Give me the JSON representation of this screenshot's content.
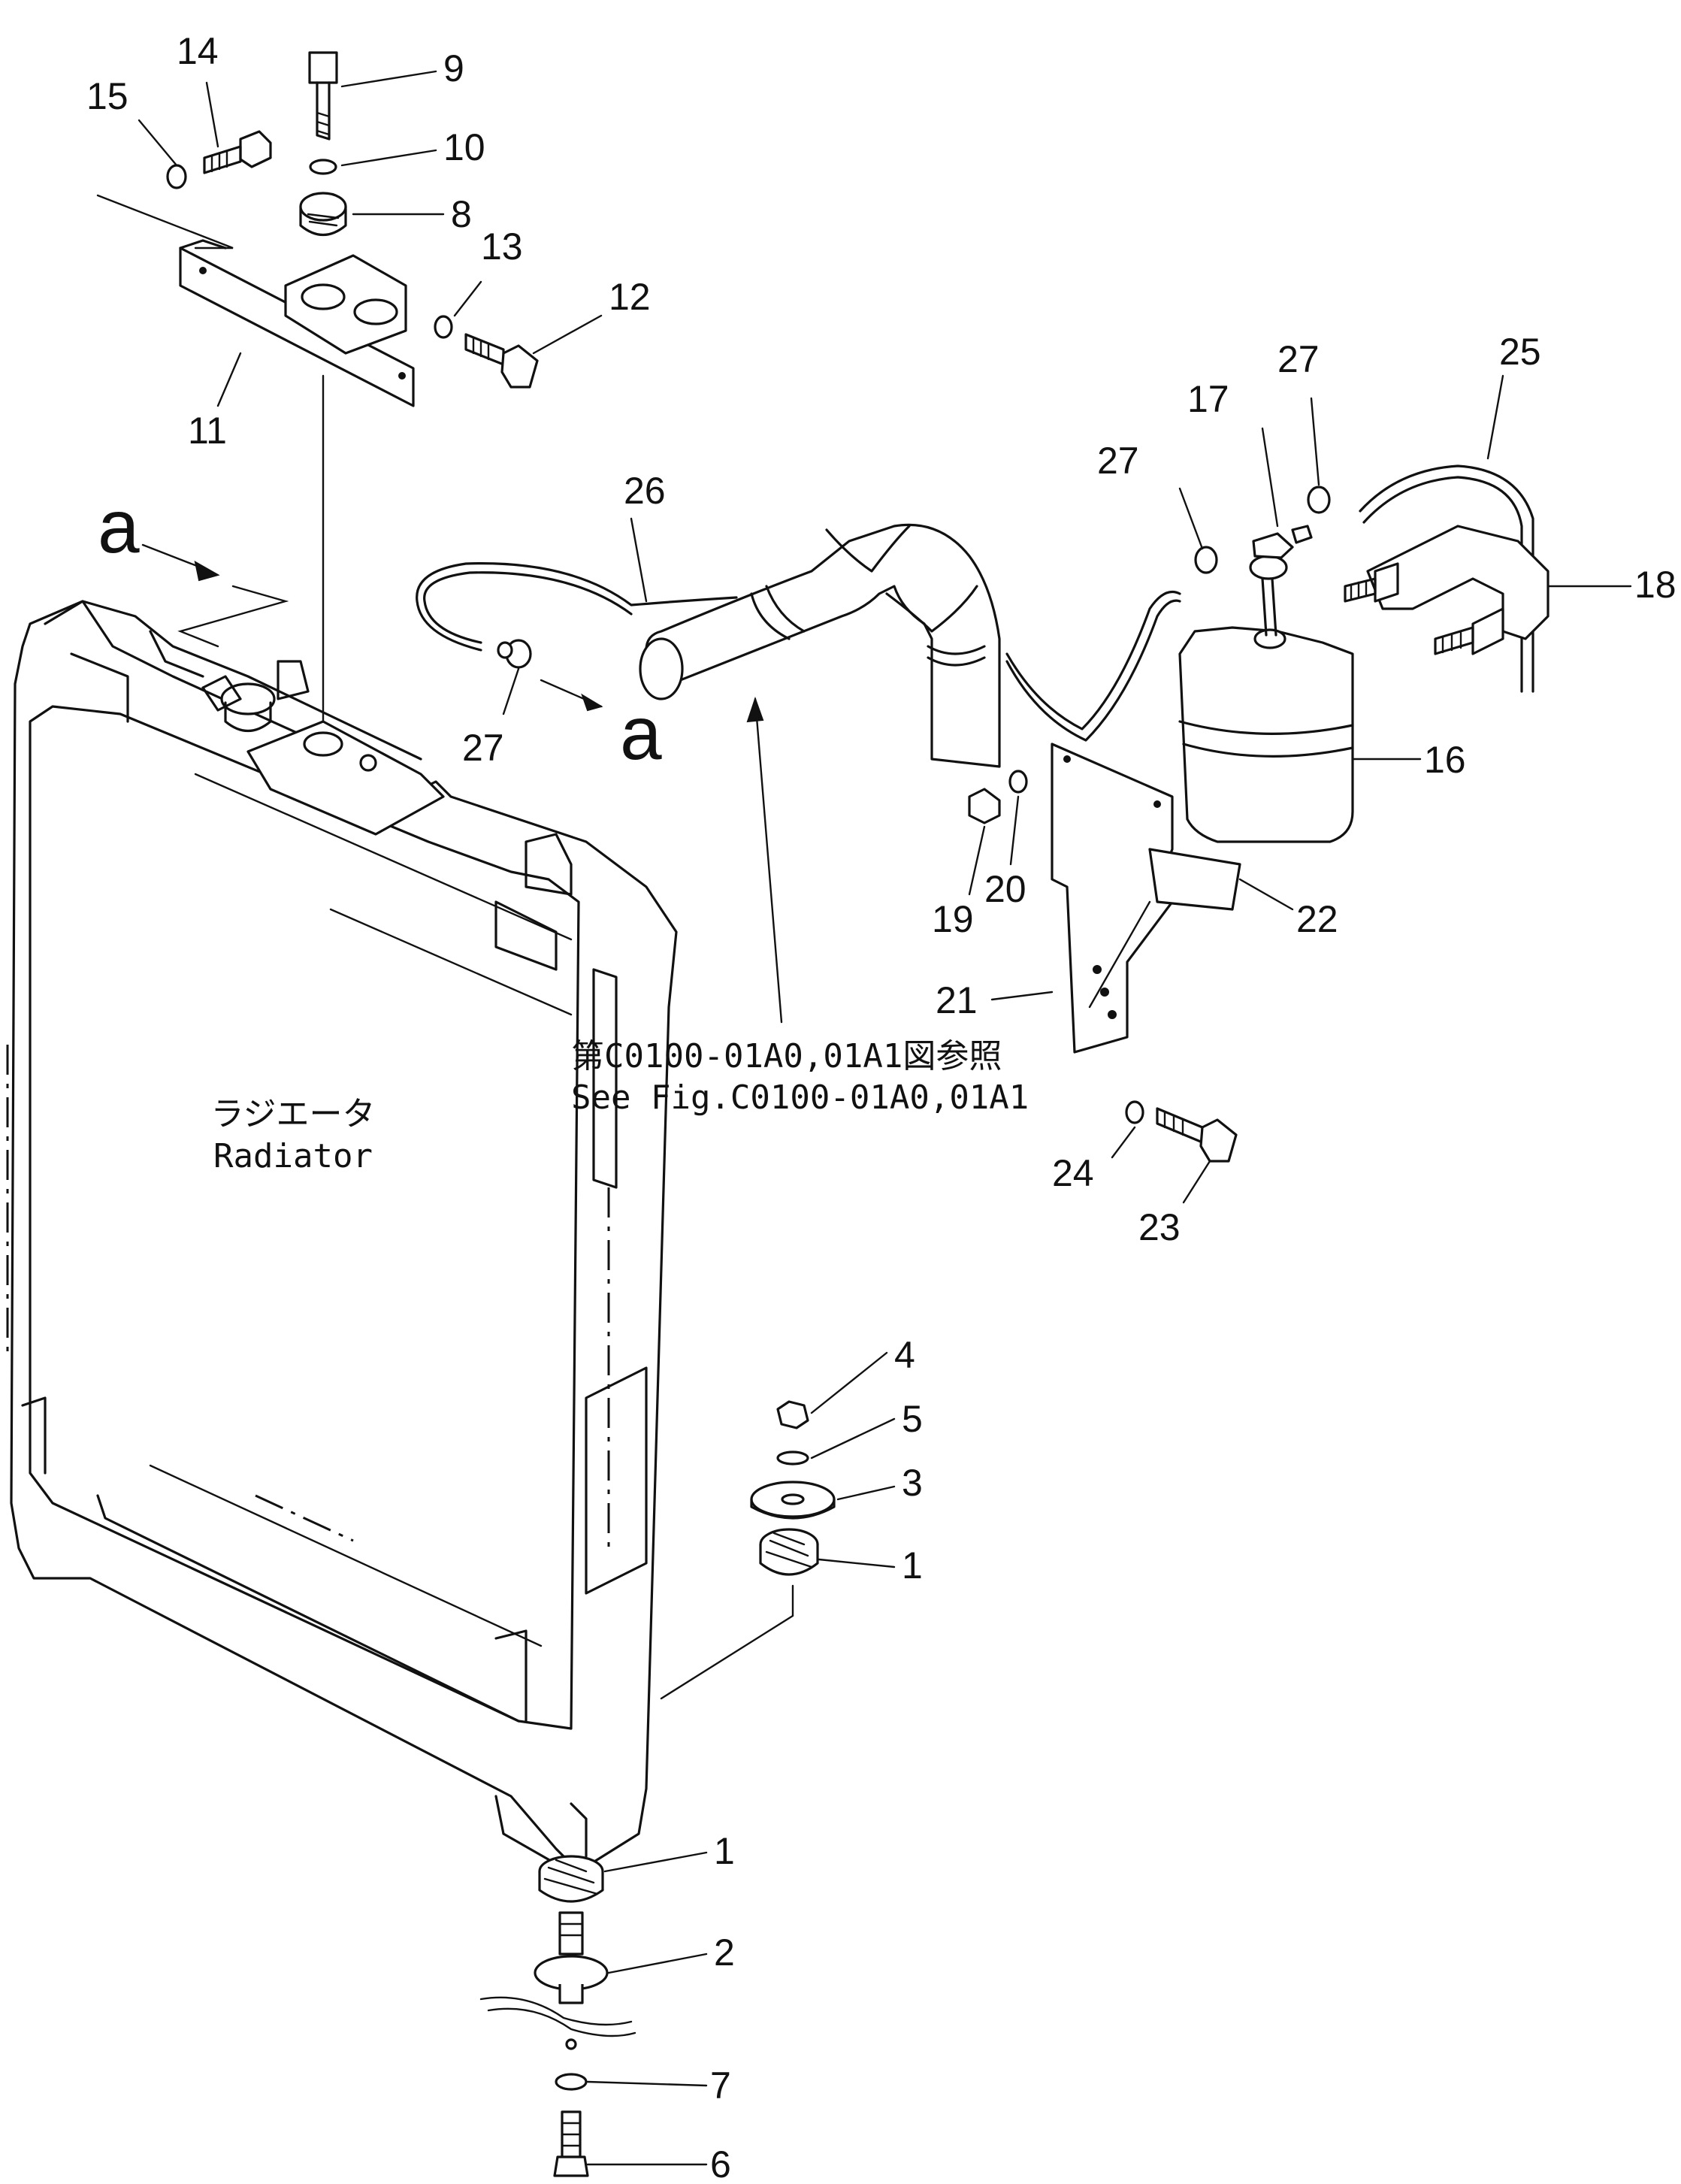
{
  "radiator_label": {
    "ja": "ラジエータ",
    "en": "Radiator"
  },
  "reference_note": {
    "ja": "第C0100-01A0,01A1図参照",
    "en": "See Fig.C0100-01A0,01A1"
  },
  "view_marks": [
    "a",
    "a"
  ],
  "callouts": {
    "c1a": "1",
    "c1b": "1",
    "c2": "2",
    "c3": "3",
    "c4": "4",
    "c5": "5",
    "c6": "6",
    "c7": "7",
    "c8": "8",
    "c9": "9",
    "c10": "10",
    "c11": "11",
    "c12": "12",
    "c13": "13",
    "c14": "14",
    "c15": "15",
    "c16": "16",
    "c17": "17",
    "c18": "18",
    "c19": "19",
    "c20": "20",
    "c21": "21",
    "c22": "22",
    "c23": "23",
    "c24": "24",
    "c25": "25",
    "c26": "26",
    "c27a": "27",
    "c27b": "27",
    "c27c": "27"
  }
}
